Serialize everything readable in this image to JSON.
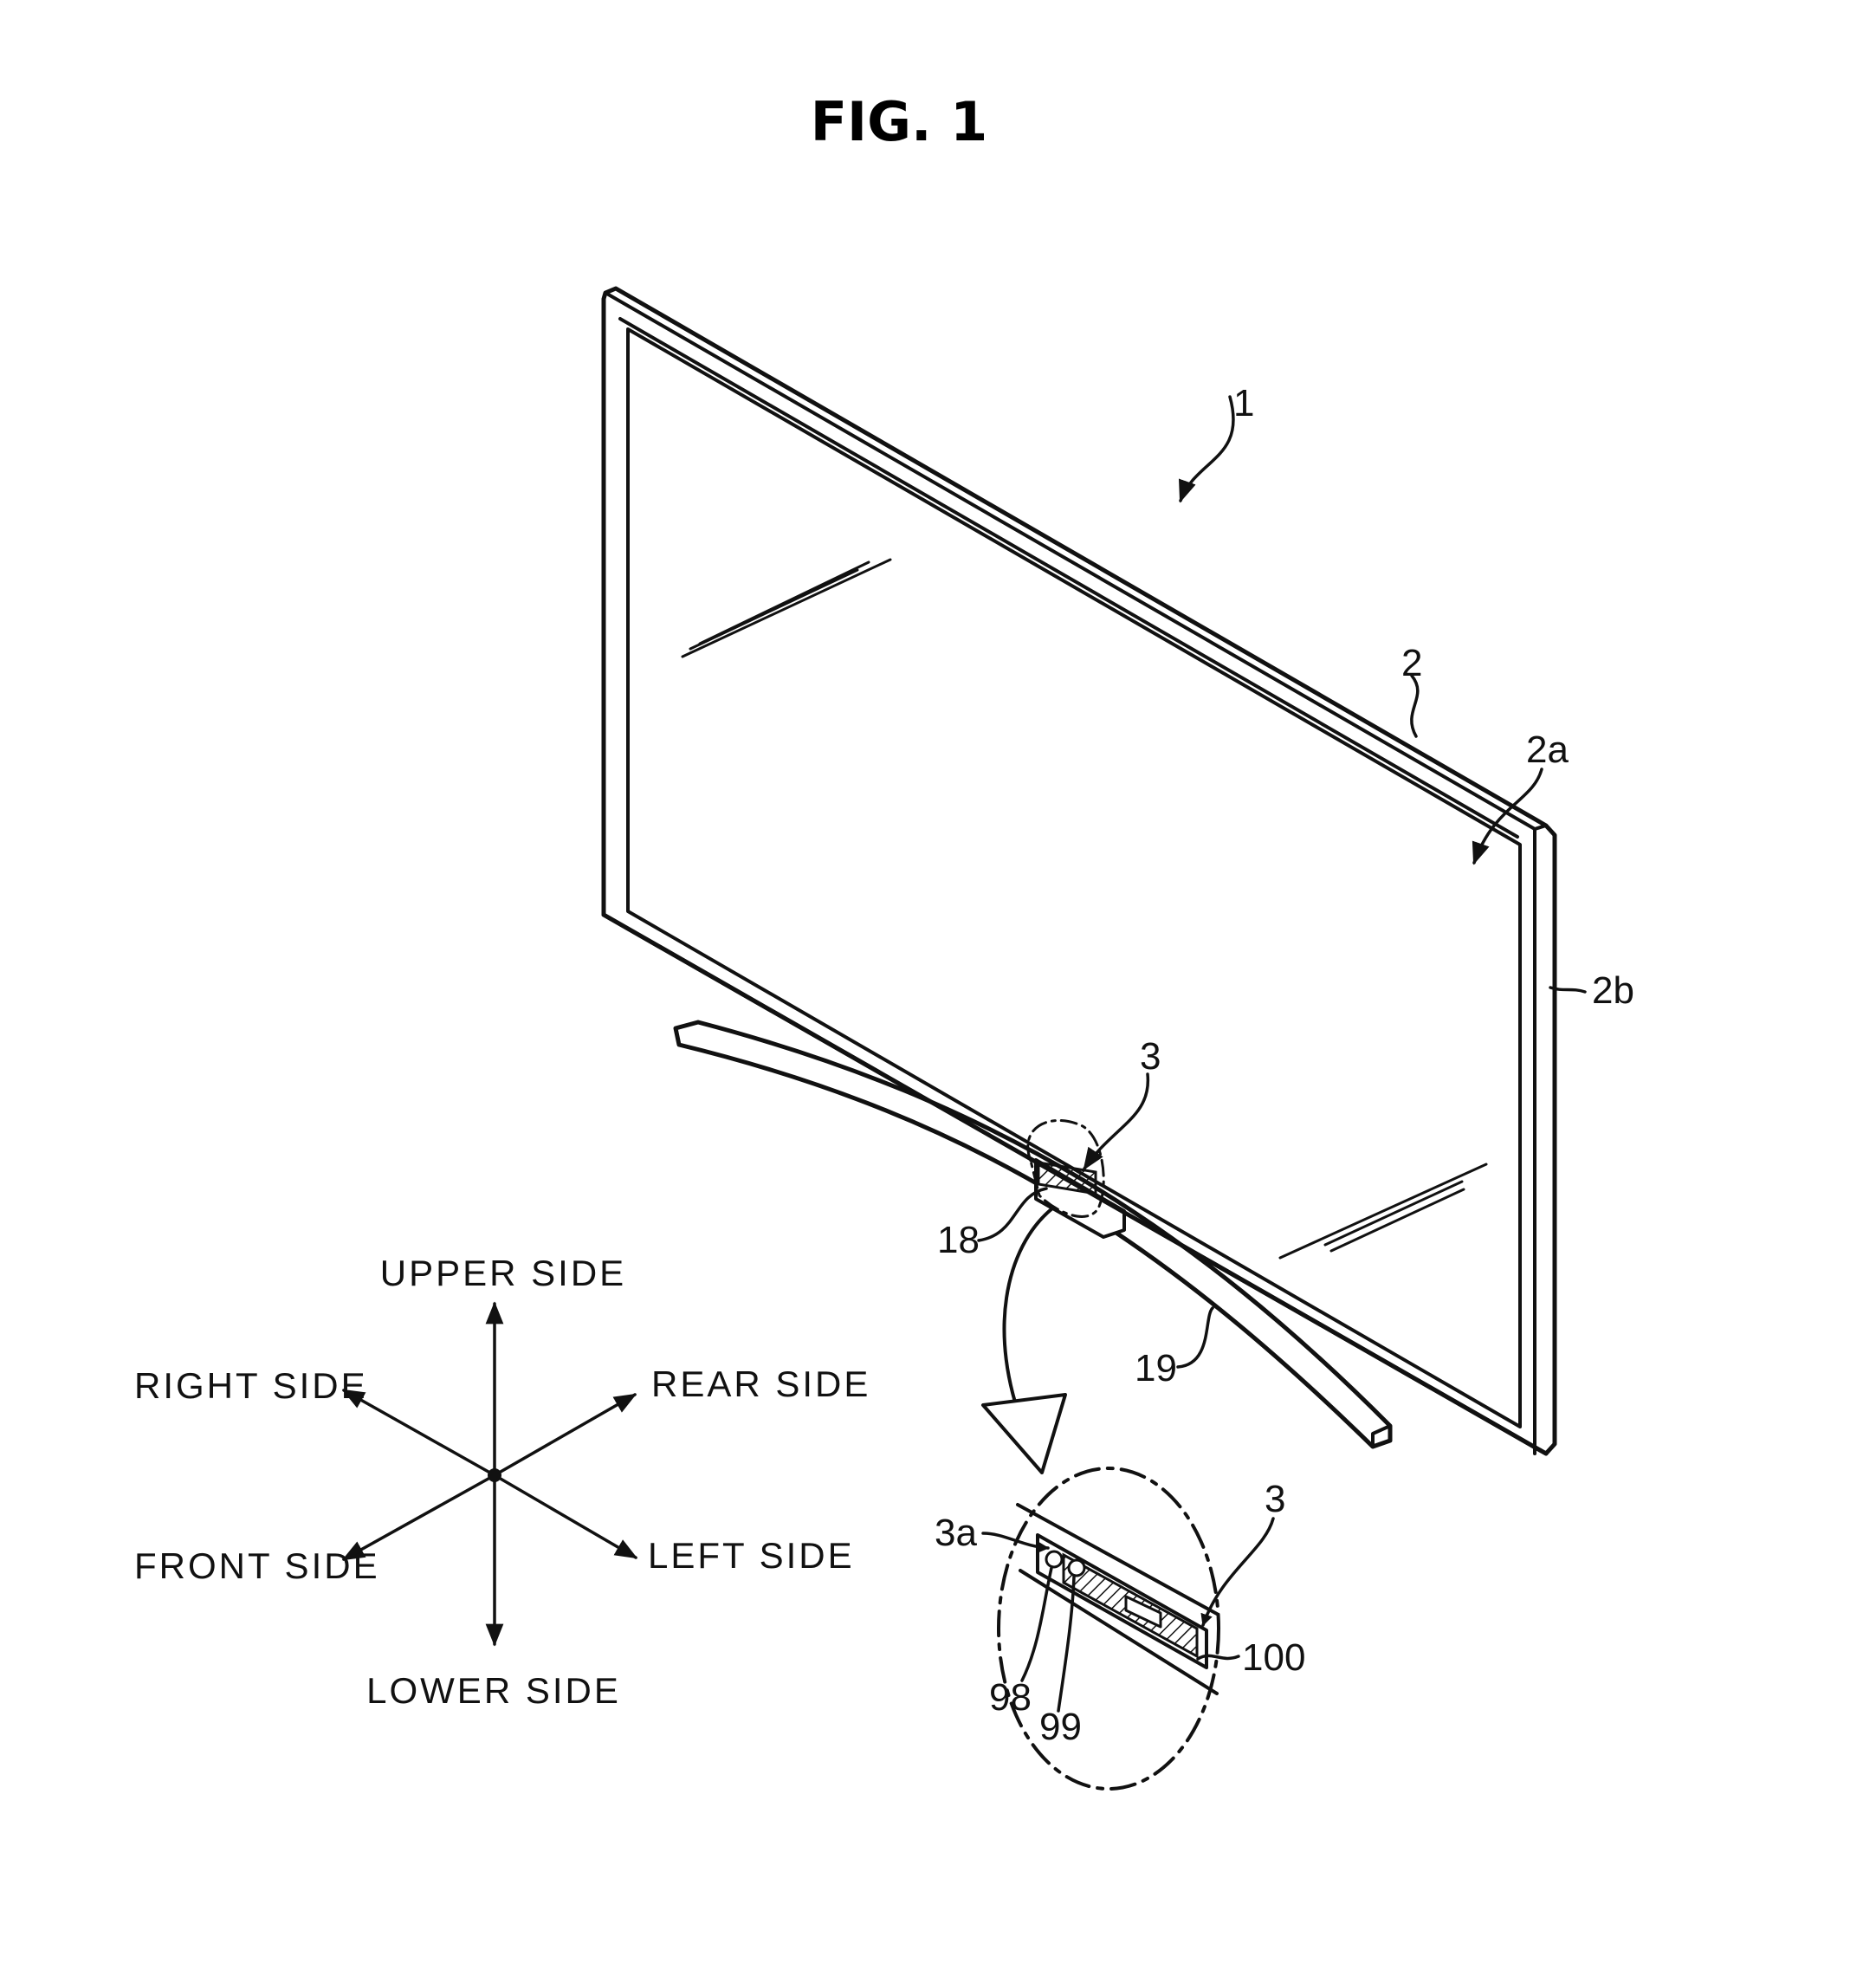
{
  "figure": {
    "title": "FIG. 1",
    "reference_numerals": {
      "device": "1",
      "display": "2",
      "screen": "2a",
      "bezel": "2b",
      "module": "3",
      "module_edge": "3a",
      "stand_neck": "18",
      "stand": "19",
      "part_98": "98",
      "part_99": "99",
      "part_100": "100",
      "module_detail": "3"
    },
    "directions": {
      "upper": "UPPER SIDE",
      "lower": "LOWER SIDE",
      "right": "RIGHT SIDE",
      "left": "LEFT SIDE",
      "rear": "REAR SIDE",
      "front": "FRONT SIDE"
    }
  }
}
